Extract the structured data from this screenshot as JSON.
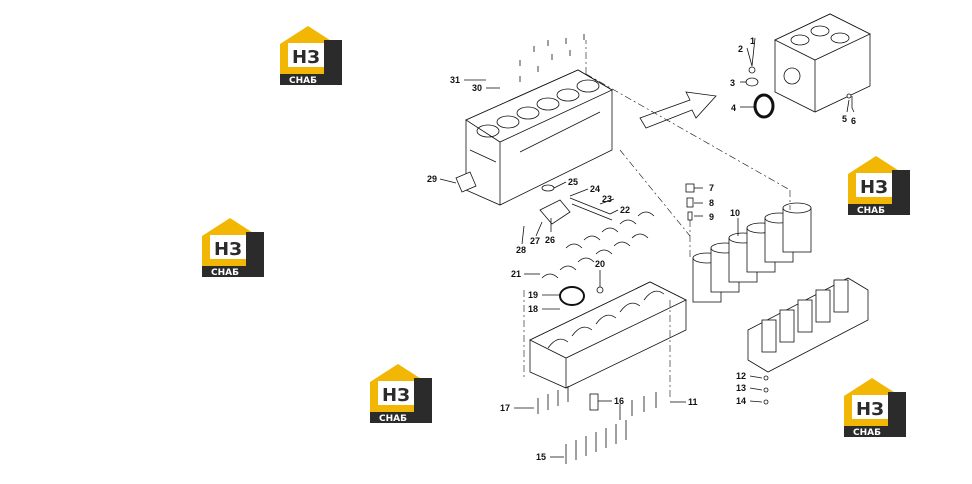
{
  "diagram": {
    "callouts": [
      "1",
      "2",
      "3",
      "4",
      "5",
      "6",
      "7",
      "8",
      "9",
      "10",
      "11",
      "12",
      "13",
      "14",
      "15",
      "16",
      "17",
      "18",
      "19",
      "20",
      "21",
      "22",
      "23",
      "24",
      "25",
      "26",
      "27",
      "28",
      "29",
      "30",
      "31"
    ]
  },
  "watermark": {
    "letters": "НЗ",
    "word": "СНАБ",
    "colors": {
      "yellow": "#F2B705",
      "dark": "#2b2b2b",
      "white": "#ffffff"
    }
  }
}
